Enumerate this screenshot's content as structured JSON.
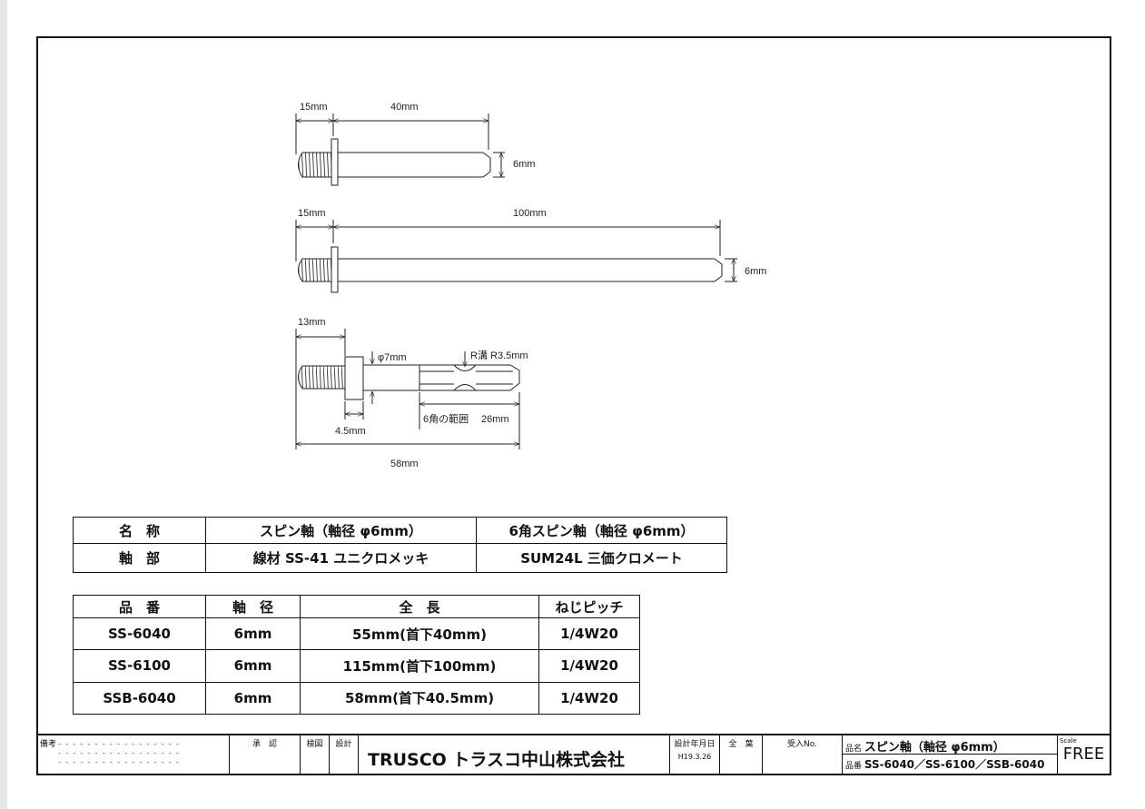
{
  "drawing": {
    "d1": {
      "head": "15mm",
      "length": "40mm",
      "dia": "6mm"
    },
    "d2": {
      "head": "15mm",
      "length": "100mm",
      "dia": "6mm"
    },
    "d3": {
      "head": "13mm",
      "flange_dia": "φ7mm",
      "groove": "R溝 R3.5mm",
      "flange": "4.5mm",
      "hex_label": "6角の範囲",
      "hex": "26mm",
      "total": "58mm"
    }
  },
  "spec_table": {
    "rows": [
      [
        "名　称",
        "スピン軸（軸径 φ6mm）",
        "6角スピン軸（軸径 φ6mm）"
      ],
      [
        "軸　部",
        "線材 SS-41 ユニクロメッキ",
        "SUM24L 三価クロメート"
      ]
    ]
  },
  "product_table": {
    "header": [
      "品　番",
      "軸　径",
      "全　長",
      "ねじピッチ"
    ],
    "rows": [
      [
        "SS-6040",
        "6mm",
        "55mm(首下40mm)",
        "1/4W20"
      ],
      [
        "SS-6100",
        "6mm",
        "115mm(首下100mm)",
        "1/4W20"
      ],
      [
        "SSB-6040",
        "6mm",
        "58mm(首下40.5mm)",
        "1/4W20"
      ]
    ]
  },
  "title_block": {
    "remarks": "備考",
    "approve": "承　認",
    "check": "検図",
    "design": "設計",
    "company": "TRUSCO トラスコ中山株式会社",
    "date_label": "設計年月日",
    "date": "H19.3.26",
    "sheets": "全　葉",
    "receipt": "受入No.",
    "name_label": "品名",
    "name": "スピン軸（軸径 φ6mm）",
    "number_label": "品番",
    "number": "SS-6040／SS-6100／SSB-6040",
    "scale_label": "Scale",
    "scale": "FREE"
  }
}
